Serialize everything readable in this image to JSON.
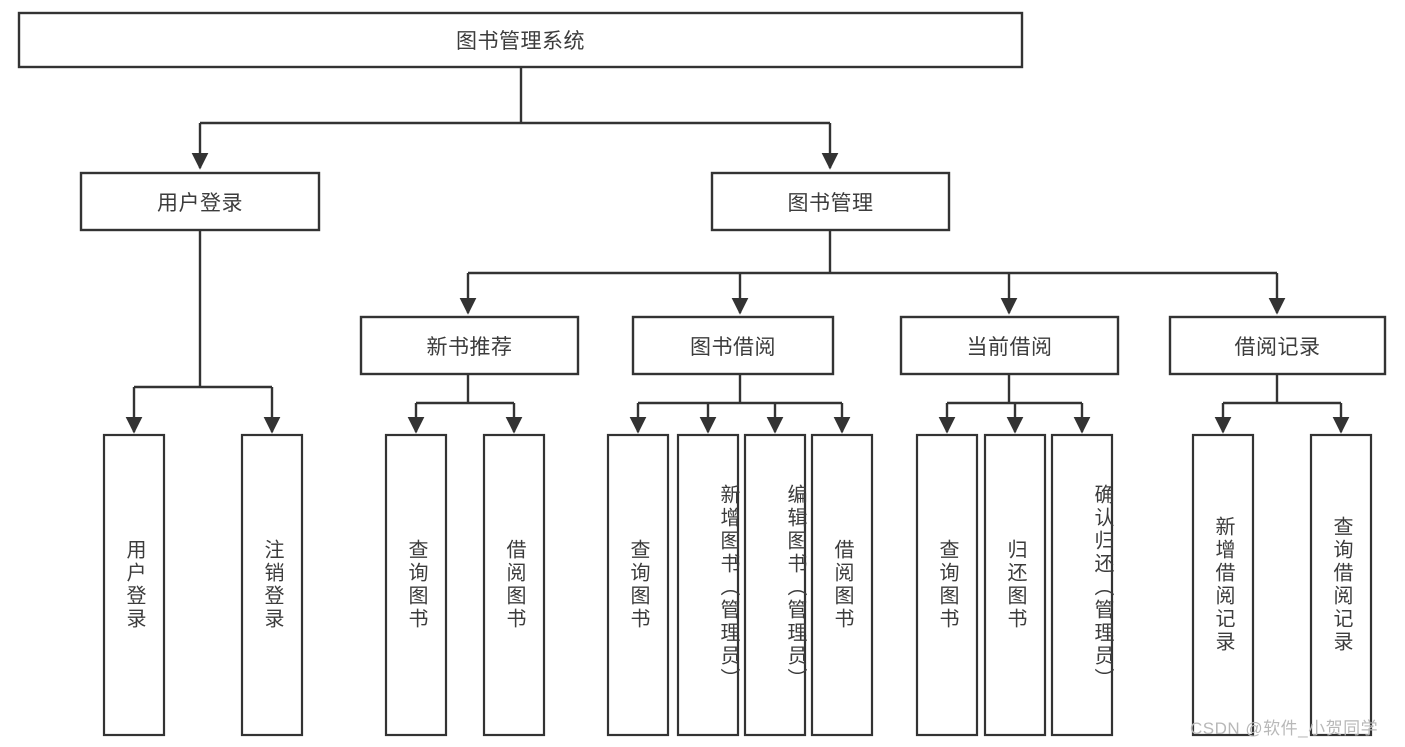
{
  "diagram": {
    "type": "hierarchy-tree",
    "title": "图书管理系统",
    "orientation": "top-down",
    "colors": {
      "box_stroke": "#333333",
      "box_fill": "#ffffff",
      "text": "#3c3c3c",
      "connector": "#333333",
      "watermark": "#b8b8b8",
      "background": "#ffffff"
    },
    "root": {
      "label": "图书管理系统"
    },
    "level2": [
      {
        "label": "用户登录"
      },
      {
        "label": "图书管理"
      }
    ],
    "level3": [
      {
        "label": "新书推荐"
      },
      {
        "label": "图书借阅"
      },
      {
        "label": "当前借阅"
      },
      {
        "label": "借阅记录"
      }
    ],
    "leaves": {
      "user_login": [
        {
          "label": "用户登录"
        },
        {
          "label": "注销登录"
        }
      ],
      "new_book_recommend": [
        {
          "label": "查询图书"
        },
        {
          "label": "借阅图书"
        }
      ],
      "book_borrow": [
        {
          "label": "查询图书"
        },
        {
          "label": "新增图书（管理员）"
        },
        {
          "label": "编辑图书（管理员）"
        },
        {
          "label": "借阅图书"
        }
      ],
      "current_borrow": [
        {
          "label": "查询图书"
        },
        {
          "label": "归还图书"
        },
        {
          "label": "确认归还（管理员）"
        }
      ],
      "borrow_record": [
        {
          "label": "新增借阅记录"
        },
        {
          "label": "查询借阅记录"
        }
      ]
    }
  },
  "watermark": {
    "text": "CSDN @软件_小贺同学"
  }
}
